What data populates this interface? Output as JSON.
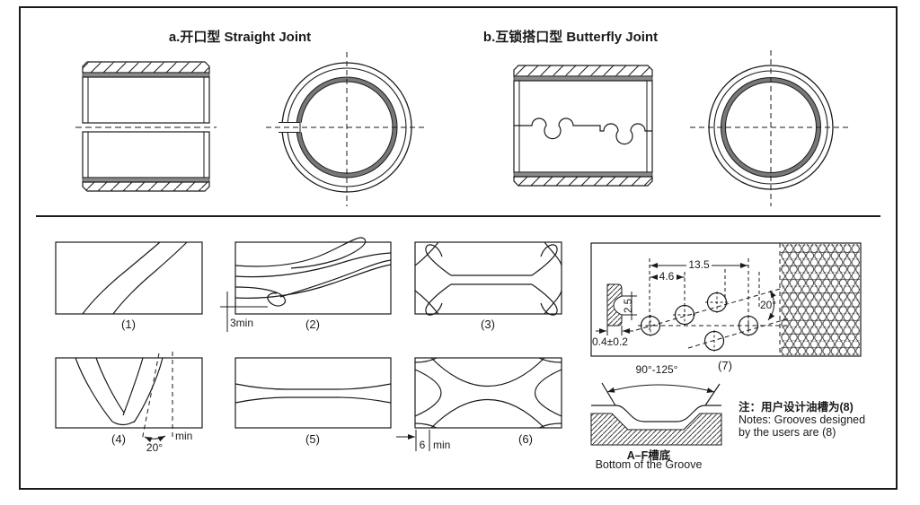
{
  "titles": {
    "a": "a.开口型 Straight Joint",
    "b": "b.互锁搭口型 Butterfly Joint"
  },
  "panel_labels": {
    "p1": "(1)",
    "p2": "(2)",
    "p3": "(3)",
    "p4": "(4)",
    "p5": "(5)",
    "p6": "(6)",
    "p7": "(7)"
  },
  "dimensions": {
    "min3": "3min",
    "deg20_p4": "20°",
    "min_p4": "min",
    "d6": "6",
    "min_p6": "min",
    "d13_5": "13.5",
    "d4_6": "4.6",
    "d2_5": "2.5",
    "d0_4": "0.4±0.2",
    "deg20_p7": "20°",
    "angle_range": "90°-125°"
  },
  "groove_bottom": {
    "zh": "A–F槽底",
    "en": "Bottom of the Groove"
  },
  "notes": {
    "zh": "注：用户设计油槽为(8)",
    "en1": "Notes: Grooves designed",
    "en2": "by the users are (8)"
  },
  "colors": {
    "line": "#1a1a1a",
    "gray_band": "#8a8a8a",
    "inner_ring": "#787878",
    "background": "#ffffff"
  }
}
